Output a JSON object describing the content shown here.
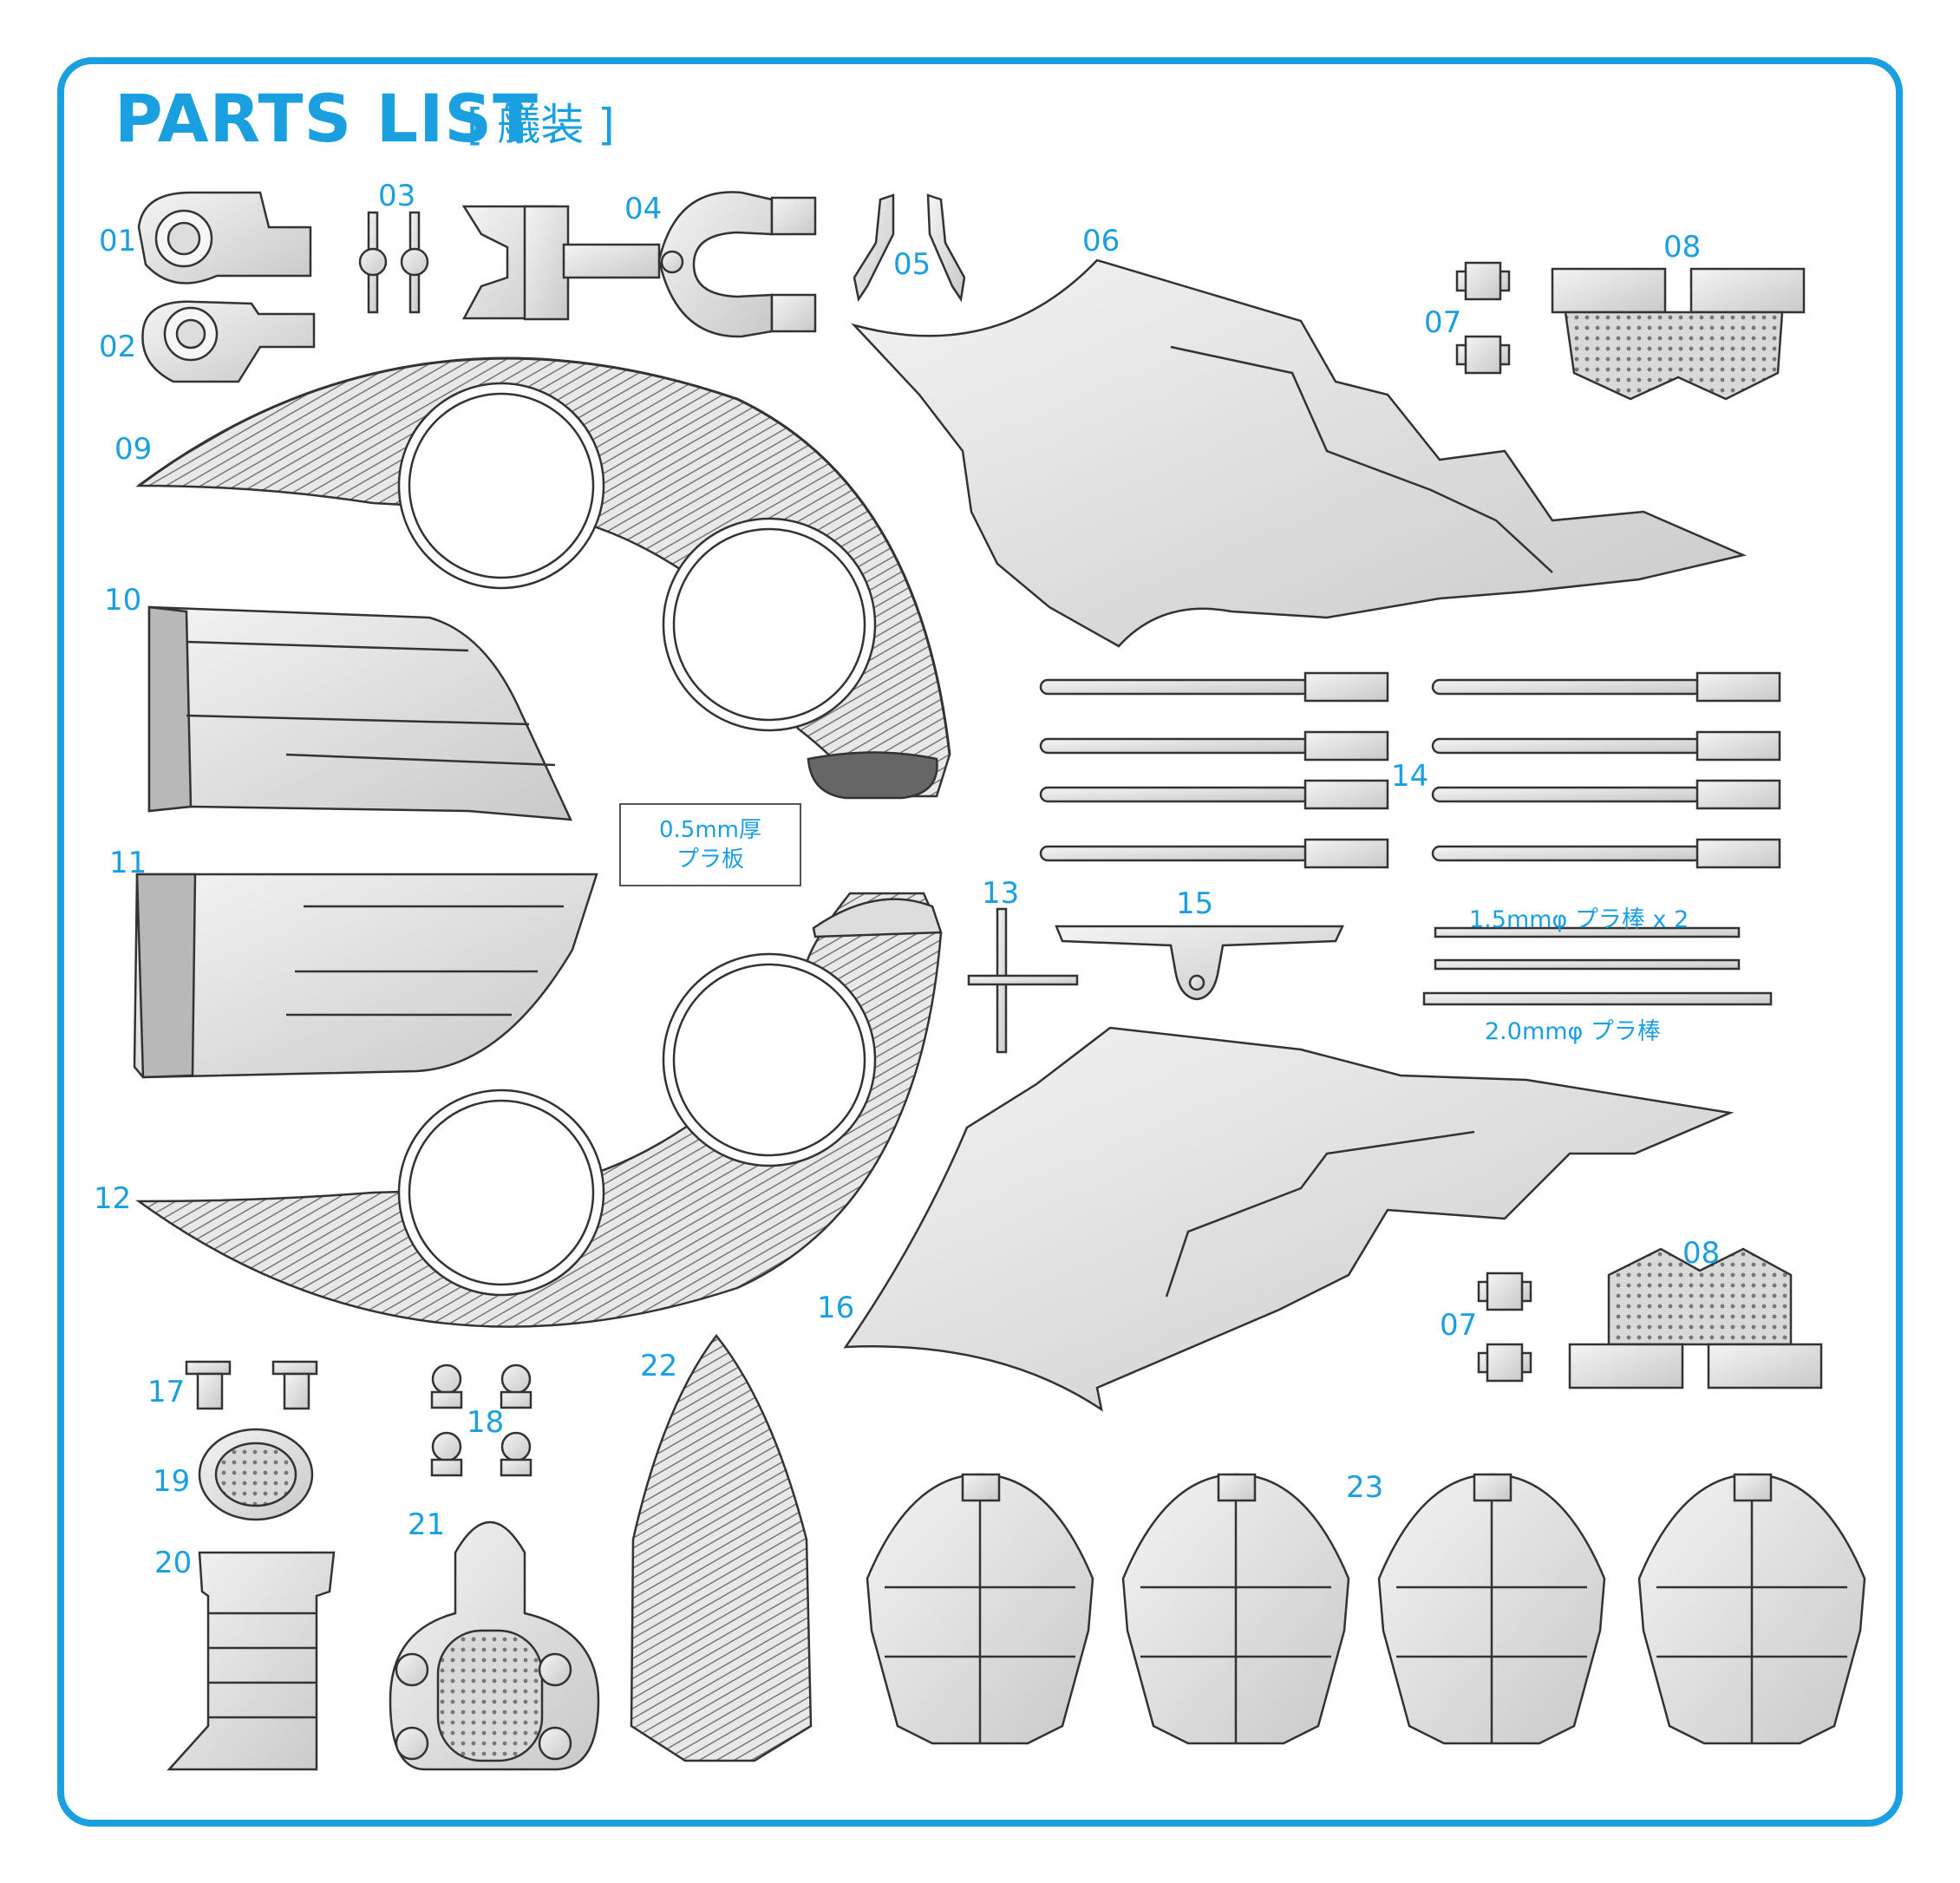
{
  "title": "PARTS LIST",
  "subtitle": "[ 艤装 ]",
  "part_numbers": {
    "p01": "01",
    "p02": "02",
    "p03": "03",
    "p04": "04",
    "p05": "05",
    "p06": "06",
    "p07a": "07",
    "p07b": "07",
    "p08a": "08",
    "p08b": "08",
    "p09": "09",
    "p10": "10",
    "p11": "11",
    "p12": "12",
    "p13": "13",
    "p14": "14",
    "p15": "15",
    "p16": "16",
    "p17": "17",
    "p18": "18",
    "p19": "19",
    "p20": "20",
    "p21": "21",
    "p22": "22",
    "p23": "23"
  },
  "notes": {
    "plate_line1": "0.5mm厚",
    "plate_line2": "プラ板",
    "rod_15": "1.5mmφ プラ棒 x 2",
    "rod_20": "2.0mmφ プラ棒"
  },
  "colors": {
    "accent": "#1a9fe0",
    "line": "#333333",
    "part_fill": "#e6e6e6"
  }
}
